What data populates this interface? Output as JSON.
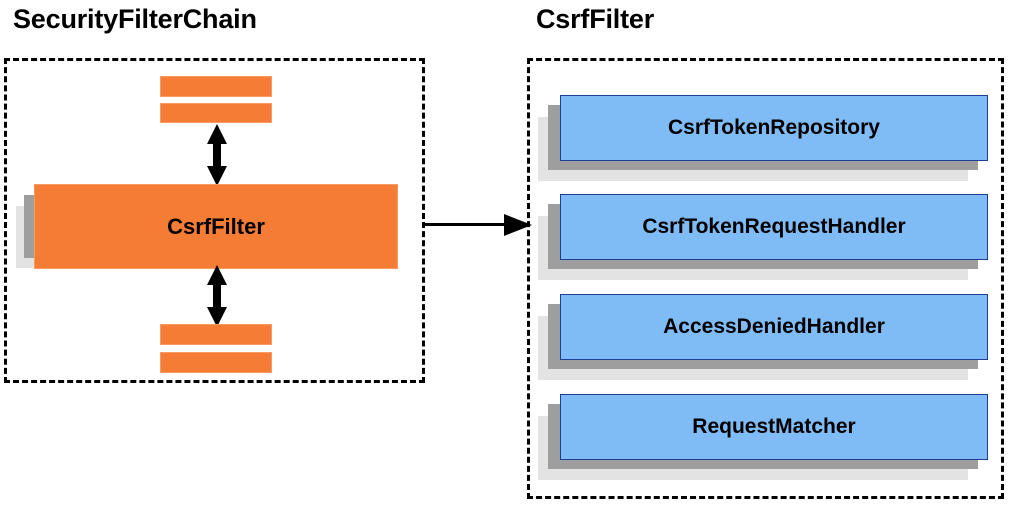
{
  "diagram": {
    "title_left": "SecurityFilterChain",
    "title_right": "CsrfFilter",
    "colors": {
      "orange_fill": "#f57c34",
      "orange_border": "#f99a63",
      "blue_fill": "#7fbbf5",
      "blue_border": "#1f3f96",
      "shadow_mid": "#9e9e9e",
      "shadow_back": "#e3e3e3",
      "outline": "#000000",
      "background": "#ffffff"
    }
  },
  "left_panel": {
    "title": "SecurityFilterChain",
    "main_card": {
      "label": "CsrfFilter"
    },
    "filters_above": [
      "",
      ""
    ],
    "filters_below": [
      "",
      ""
    ],
    "arrow_up": "double-headed-vertical-arrow",
    "arrow_down": "double-headed-vertical-arrow"
  },
  "connector": {
    "label": "",
    "kind": "single-headed-horizontal-arrow",
    "from": "SecurityFilterChain",
    "to": "CsrfFilter"
  },
  "right_panel": {
    "title": "CsrfFilter",
    "collaborators": [
      {
        "label": "CsrfTokenRepository"
      },
      {
        "label": "CsrfTokenRequestHandler"
      },
      {
        "label": "AccessDeniedHandler"
      },
      {
        "label": "RequestMatcher"
      }
    ]
  }
}
